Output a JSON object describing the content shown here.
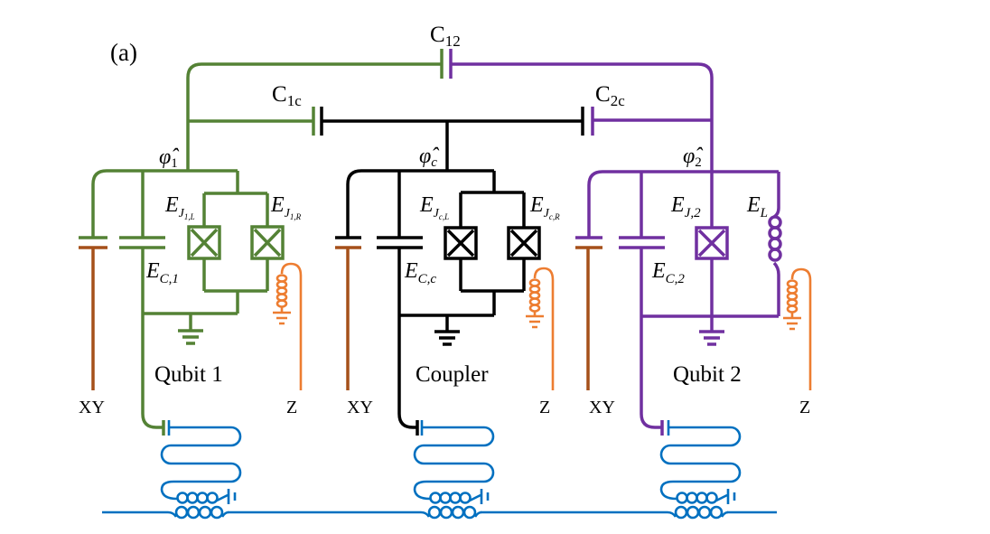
{
  "panel_label": "(a)",
  "capacitors": {
    "c12": {
      "symbol": "C",
      "subscript": "12"
    },
    "c1c": {
      "symbol": "C",
      "subscript": "1c"
    },
    "c2c": {
      "symbol": "C",
      "subscript": "2c"
    }
  },
  "qubit1": {
    "name": "Qubit 1",
    "flux_node": {
      "symbol": "φ̂",
      "subscript": "1"
    },
    "ej_left": {
      "symbol": "E",
      "subscript": "J",
      "subsubscript": "1,L"
    },
    "ej_right": {
      "symbol": "E",
      "subscript": "J",
      "subsubscript": "1,R"
    },
    "ec": {
      "symbol": "E",
      "subscript": "C,1"
    },
    "xy_line": "XY",
    "z_line": "Z"
  },
  "coupler": {
    "name": "Coupler",
    "flux_node": {
      "symbol": "φ̂",
      "subscript": "c"
    },
    "ej_left": {
      "symbol": "E",
      "subscript": "J",
      "subsubscript": "c,L"
    },
    "ej_right": {
      "symbol": "E",
      "subscript": "J",
      "subsubscript": "c,R"
    },
    "ec": {
      "symbol": "E",
      "subscript": "C,c"
    },
    "xy_line": "XY",
    "z_line": "Z"
  },
  "qubit2": {
    "name": "Qubit 2",
    "flux_node": {
      "symbol": "φ̂",
      "subscript": "2"
    },
    "ej": {
      "symbol": "E",
      "subscript": "J,2"
    },
    "el": {
      "symbol": "E",
      "subscript": "L"
    },
    "ec": {
      "symbol": "E",
      "subscript": "C,2"
    },
    "xy_line": "XY",
    "z_line": "Z"
  },
  "colors": {
    "qubit1": "#548235",
    "coupler": "#000000",
    "qubit2": "#7030a0",
    "readout": "#0070c0",
    "z_control": "#ed7d31",
    "xy_control": "#a5501a"
  }
}
